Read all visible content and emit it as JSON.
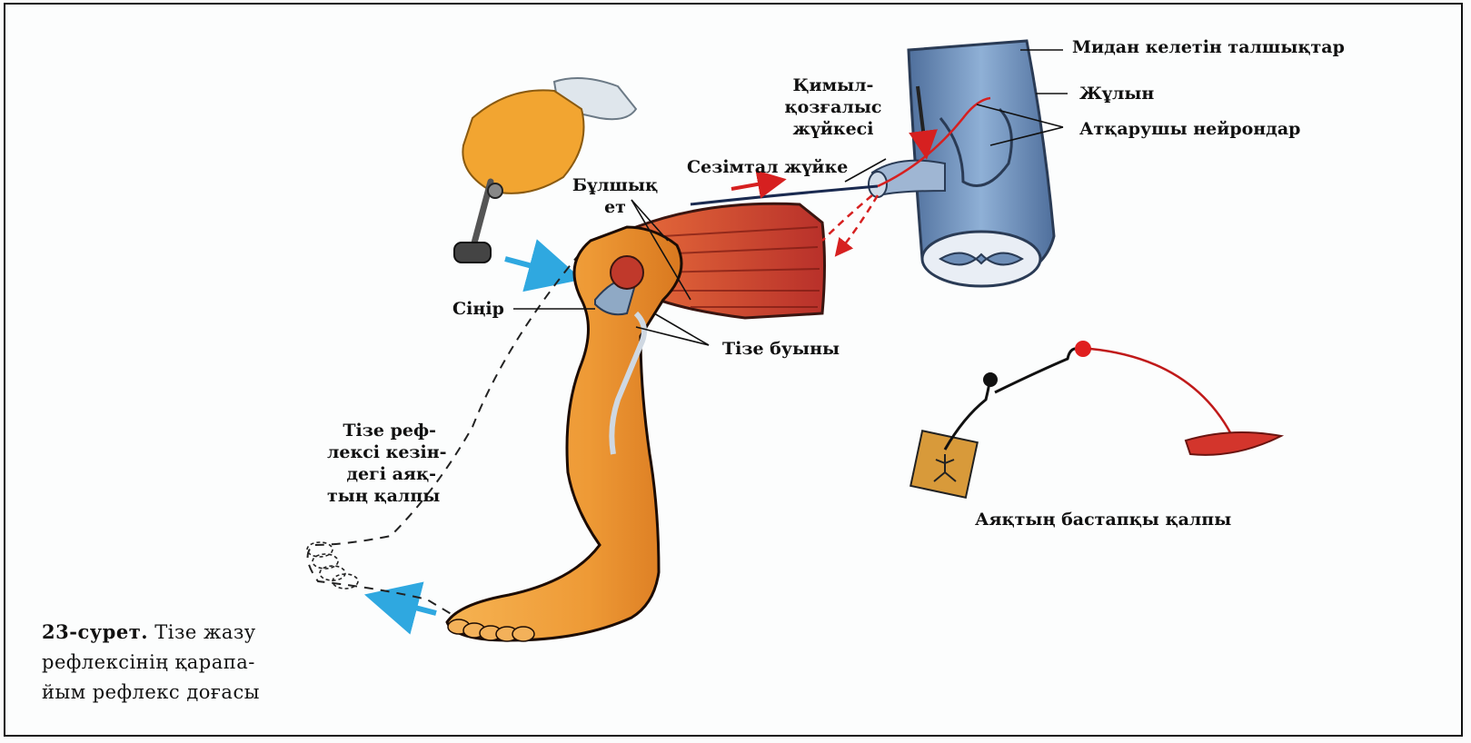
{
  "labels": {
    "brain_fibers": "Мидан келетін талшықтар",
    "spinal_cord": "Жұлын",
    "motor_nerve": [
      "Қимыл-",
      "қозғалыс",
      "жүйкесі"
    ],
    "effector_neurons": "Атқарушы нейрондар",
    "sensory_nerve": "Сезімтал жүйке",
    "muscle": [
      "Бұлшық",
      "ет"
    ],
    "tendon": "Сіңір",
    "knee_joint": "Тізе буыны",
    "reflex_position": [
      "Тізе реф-",
      "лексі кезін-",
      "дегі аяқ-",
      "тың қалпы"
    ],
    "initial_position": "Аяқтың бастапқы қалпы"
  },
  "caption": {
    "number": "23-сурет.",
    "lines": [
      "Тізе жазу",
      "рефлексінің қарапа-",
      "йым рефлекс доғасы"
    ]
  },
  "colors": {
    "skin": "#f0a040",
    "muscle": "#c0392b",
    "spinal_cord": "#6f8fb8",
    "arrow_blue": "#2fa8e0",
    "nerve_red": "#d62020"
  }
}
